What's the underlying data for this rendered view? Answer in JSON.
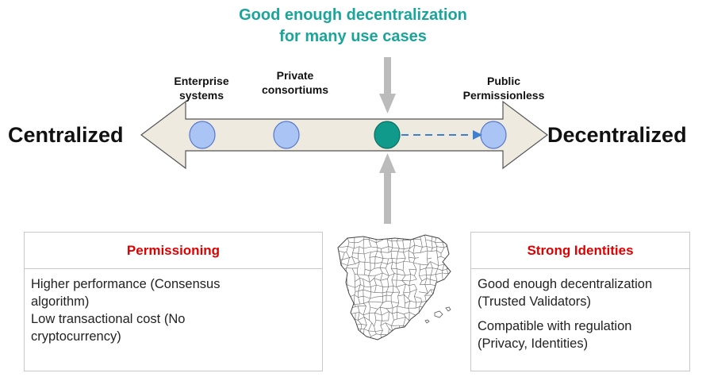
{
  "title": {
    "line1": "Good enough decentralization",
    "line2": "for many use cases"
  },
  "spectrum": {
    "left_label": "Centralized",
    "right_label": "Decentralized",
    "categories": [
      {
        "id": "enterprise",
        "lines": [
          "Enterprise",
          "systems"
        ]
      },
      {
        "id": "private",
        "lines": [
          "Private",
          "consortiums"
        ]
      },
      {
        "id": "public",
        "lines": [
          "Public",
          "Permissionless"
        ]
      }
    ]
  },
  "boxes": {
    "permissioning": {
      "title": "Permissioning",
      "items": [
        "Higher performance (Consensus algorithm)",
        "Low transactional cost (No cryptocurrency)"
      ]
    },
    "identities": {
      "title": "Strong Identities",
      "items": [
        "Good enough decentralization (Trusted Validators)",
        "Compatible with regulation (Privacy, Identities)"
      ]
    }
  },
  "map": {
    "icon": "spain-map-icon"
  },
  "colors": {
    "title": "#1aa59a",
    "box_title": "#e00000",
    "node_fill": "#a9c4f5",
    "node_stroke": "#5577cc",
    "highlight_node": "#0f9a8c",
    "arrow_fill": "#eeeadf",
    "arrow_stroke": "#555555",
    "pointer_arrow": "#bbbbbb",
    "dashed_arrow": "#3f7fd0"
  }
}
